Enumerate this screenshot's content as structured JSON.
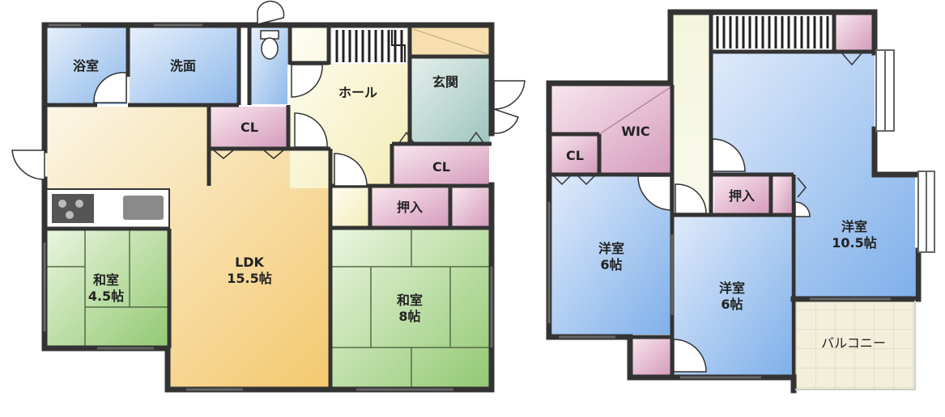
{
  "floor1": {
    "bath": "浴室",
    "washroom": "洗面",
    "hall": "ホール",
    "entrance": "玄関",
    "cl_top": "CL",
    "cl_right": "CL",
    "oshiire": "押入",
    "ldk_name": "LDK",
    "ldk_size": "15.5帖",
    "washitsu_small_name": "和室",
    "washitsu_small_size": "4.5帖",
    "washitsu_large_name": "和室",
    "washitsu_large_size": "8帖"
  },
  "floor2": {
    "wic": "WIC",
    "cl": "CL",
    "oshiire": "押入",
    "room_a_name": "洋室",
    "room_a_size": "6帖",
    "room_b_name": "洋室",
    "room_b_size": "6帖",
    "room_c_name": "洋室",
    "room_c_size": "10.5帖",
    "balcony": "バルコニー"
  },
  "colors": {
    "wall": "#333333",
    "bath_blue": "#a9c8ea",
    "closet_pink": "#d9a6c2",
    "tatami_green": "#a5d389",
    "ldk_yellow": "#f7d98f",
    "hall_cream": "#f7f3cf",
    "western_blue": "#9dc3ee",
    "balcony_beige": "#f0ebd3",
    "entrance_teal": "#bcd8d2"
  }
}
